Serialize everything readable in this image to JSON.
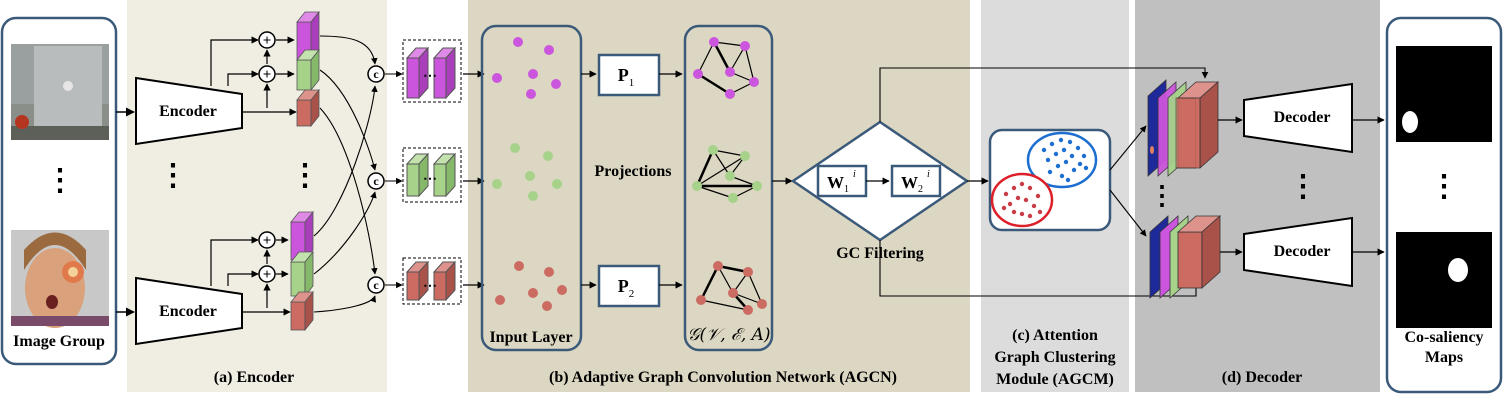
{
  "panels": {
    "encoder": "(a) Encoder",
    "agcn": "(b) Adaptive Graph Convolution Network (AGCN)",
    "agcm_line1": "(c) Attention",
    "agcm_line2": "Graph Clustering",
    "agcm_line3": "Module (AGCM)",
    "decoder": "(d) Decoder"
  },
  "labels": {
    "image_group": "Image Group",
    "encoder_block": "Encoder",
    "decoder_block": "Decoder",
    "concat_symbol": "c",
    "plus_symbol": "+",
    "input_layer": "Input Layer",
    "projections": "Projections",
    "p1_main": "P",
    "p1_sub": "1",
    "p2_main": "P",
    "p2_sub": "2",
    "w1_main": "W",
    "w1_sub": "1",
    "w1_sup": "i",
    "w2_main": "W",
    "w2_sub": "2",
    "w2_sup": "i",
    "gc_filtering": "GC Filtering",
    "graph_notation": "𝒢(𝒱, ℰ, A)",
    "co_saliency_line1": "Co-saliency",
    "co_saliency_line2": "Maps",
    "ellipsis_v": "⋮",
    "ellipsis_dots": "⋮"
  },
  "colors": {
    "encoder_bg": "#f0ede3",
    "agcn_bg": "#dcd7c2",
    "agcm_bg": "#dcdcdc",
    "decoder_bg": "#c0c0c0",
    "frame_blue": "#3b5a7a",
    "magenta": "#cc55dd",
    "green": "#a6d28a",
    "red": "#cc6b62",
    "navy": "#1e2a9a",
    "cluster_blue": "#1c6fd0",
    "cluster_red": "#dd1f2a"
  },
  "icons": [
    "laptop-photo",
    "face-photo",
    "saliency-map",
    "graph",
    "cluster-ellipses"
  ]
}
